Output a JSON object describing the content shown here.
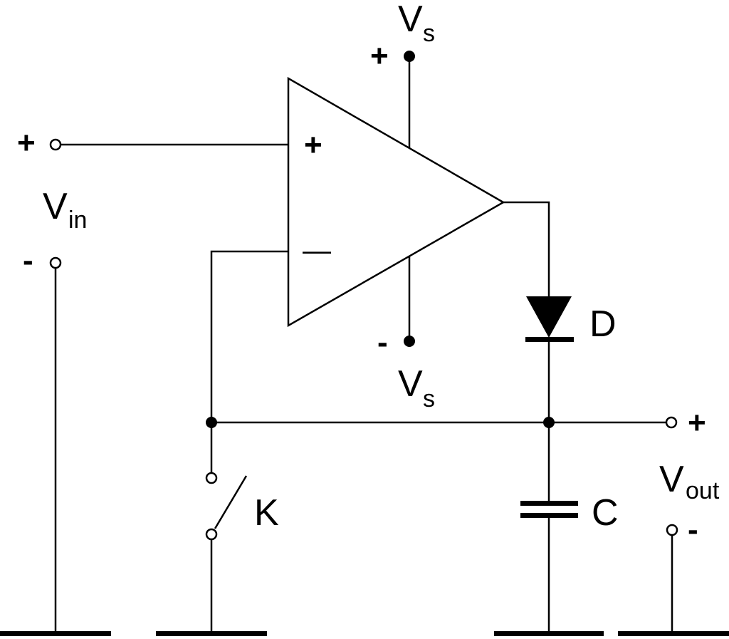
{
  "labels": {
    "supply_v": "V",
    "supply_sub": "s",
    "supply_plus": "+",
    "supply_minus": "-",
    "opamp_plus": "+",
    "opamp_minus": "—",
    "vin_main": "V",
    "vin_sub": "in",
    "vin_plus": "+",
    "vin_minus": "-",
    "diode": "D",
    "capacitor": "C",
    "switch": "K",
    "vout_main": "V",
    "vout_sub": "out",
    "vout_plus": "+",
    "vout_minus": "-"
  }
}
